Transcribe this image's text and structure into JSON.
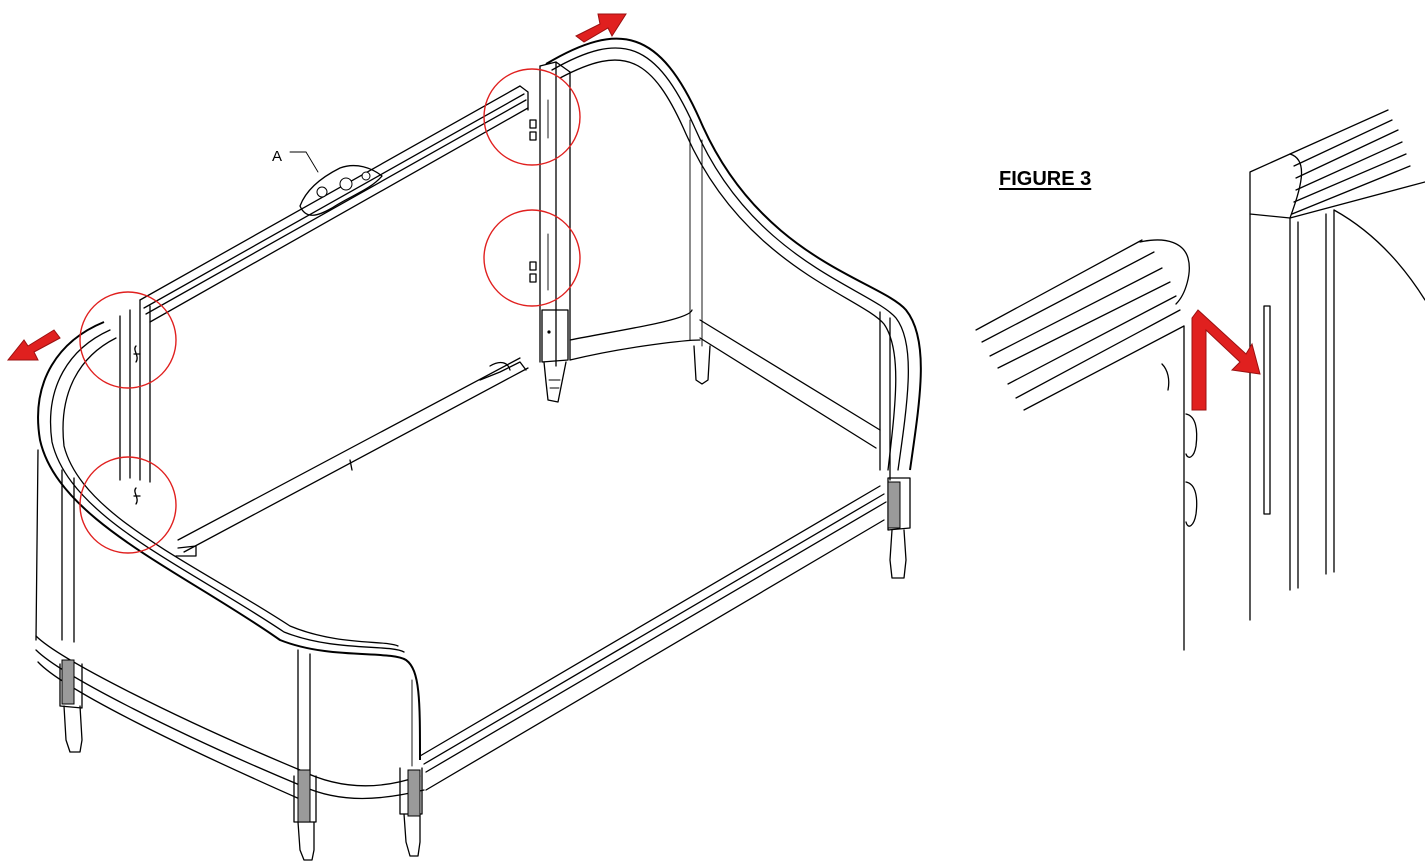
{
  "figure": {
    "title": "FIGURE 3",
    "callout_a": "A"
  },
  "colors": {
    "line": "#000000",
    "highlight": "#e0201f",
    "background": "#ffffff"
  },
  "icons": [
    "red-push-arrow",
    "red-insert-arrow",
    "inspection-circle"
  ]
}
